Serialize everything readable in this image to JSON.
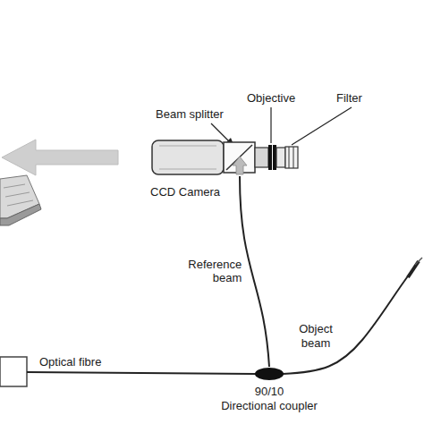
{
  "diagram": {
    "nodes": [
      {
        "text": [
          "CCD Camera"
        ]
      },
      {
        "text": [
          "90/10",
          "Directional coupler"
        ]
      }
    ],
    "edges": [
      {
        "from": 0,
        "to": 1,
        "label": "Reference beam",
        "arrow": "none"
      }
    ],
    "labels": [
      "Objective",
      "Filter",
      "Beam splitter",
      "Optical fibre",
      "Object beam"
    ]
  }
}
